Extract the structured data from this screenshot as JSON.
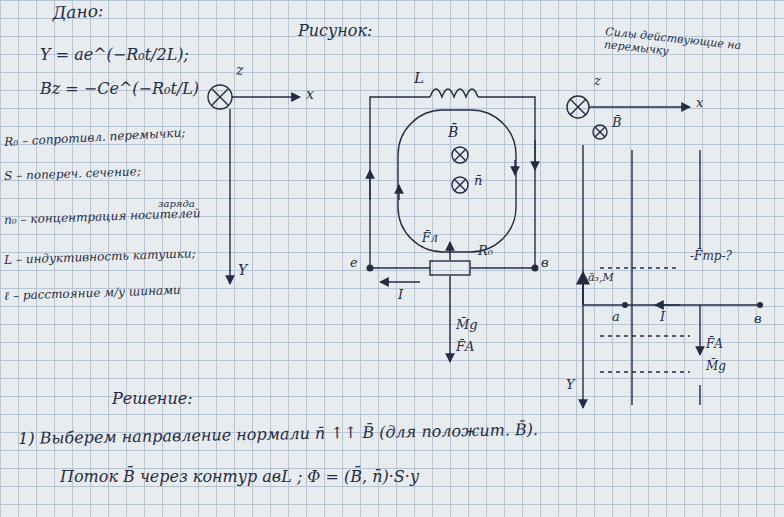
{
  "diagram": {
    "labels": [
      "Дано:",
      "Y = ae^(−R₀t/2L);",
      "Bz = −Ce^(−R₀t/L)",
      "R₀ – сопротивл. перемычки;",
      "S – попереч. сечение;",
      "заряда",
      "n₀ – концентрация носителей",
      "L – индуктивность катушки;",
      "ℓ – расстояние м/у шинами",
      "Рисунок:",
      "z",
      "x",
      "Y",
      "L",
      "B̄",
      "n̄",
      "F̄л",
      "R₀",
      "e",
      "в",
      "I",
      "M̄g",
      "F̄A",
      "Силы действующие на перемычку",
      "z",
      "x",
      "B̄",
      "-F̄тр-?",
      "ā₃,M",
      "a",
      "I",
      "в",
      "F̄A",
      "M̄g",
      "Y",
      "Решение:",
      "1) Выберем направление нормали n̄ ↑↑ B̄ (для положит. B̄).",
      "Поток B̄ через контур aвL ; Φ = (B̄, n̄)·S·y"
    ]
  }
}
